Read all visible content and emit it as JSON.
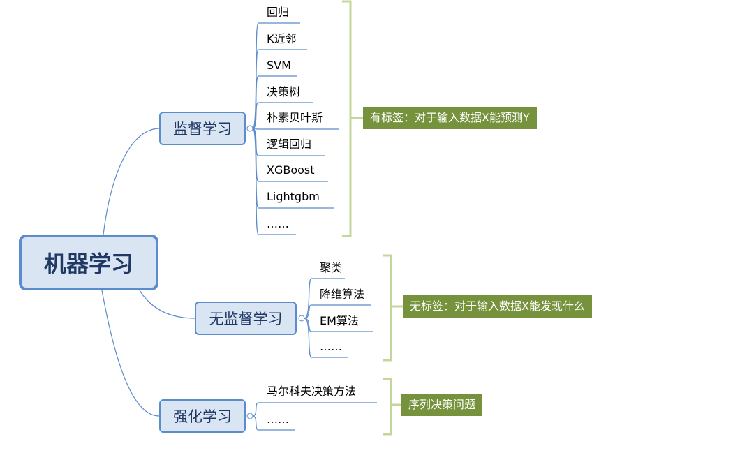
{
  "root": {
    "label": "机器学习"
  },
  "branches": [
    {
      "label": "监督学习",
      "leaves": [
        "回归",
        "K近邻",
        "SVM",
        "决策树",
        "朴素贝叶斯",
        "逻辑回归",
        "XGBoost",
        "Lightgbm",
        "……"
      ],
      "note": "有标签：对于输入数据X能预测Y"
    },
    {
      "label": "无监督学习",
      "leaves": [
        "聚类",
        "降维算法",
        "EM算法",
        "……"
      ],
      "note": "无标签：对于输入数据X能发现什么"
    },
    {
      "label": "强化学习",
      "leaves": [
        "马尔科夫决策方法",
        "……"
      ],
      "note": "序列决策问题"
    }
  ],
  "colors": {
    "line": "#5b8ccb",
    "bracket": "#c4d79b",
    "note_bg": "#76923c",
    "box_fill": "#dae5f4"
  }
}
